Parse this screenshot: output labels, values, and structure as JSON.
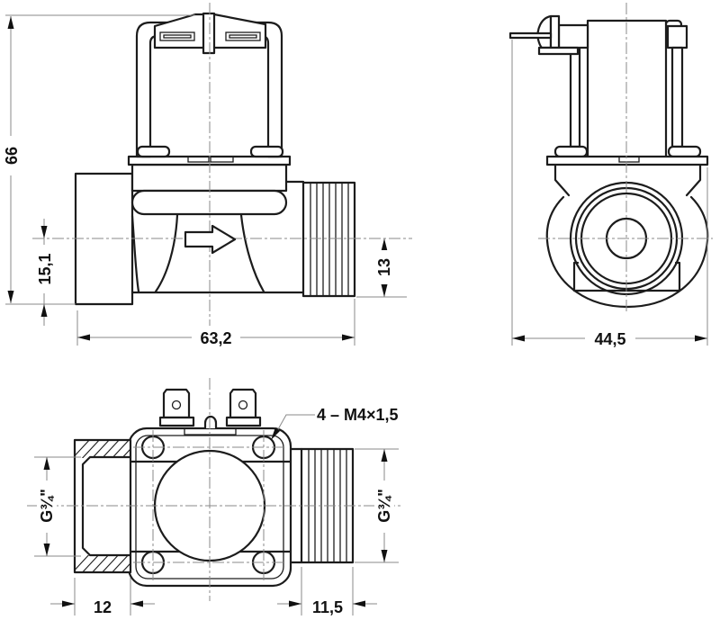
{
  "colors": {
    "outline": "#1c1c1c",
    "dimension_lines": "#8a8a8a",
    "background": "#ffffff"
  },
  "views": {
    "side": {
      "dim_height": "66",
      "dim_axis_height": "15,1",
      "dim_length": "63,2",
      "dim_thread": "13"
    },
    "front": {
      "dim_width": "44,5"
    },
    "top": {
      "dim_inlet_hex": "12",
      "dim_outlet_thread": "11,5",
      "dim_inlet_port": "G¾\"",
      "dim_outlet_port": "G¾\"",
      "note_mounting_holes": "4 – M4×1,5"
    }
  }
}
